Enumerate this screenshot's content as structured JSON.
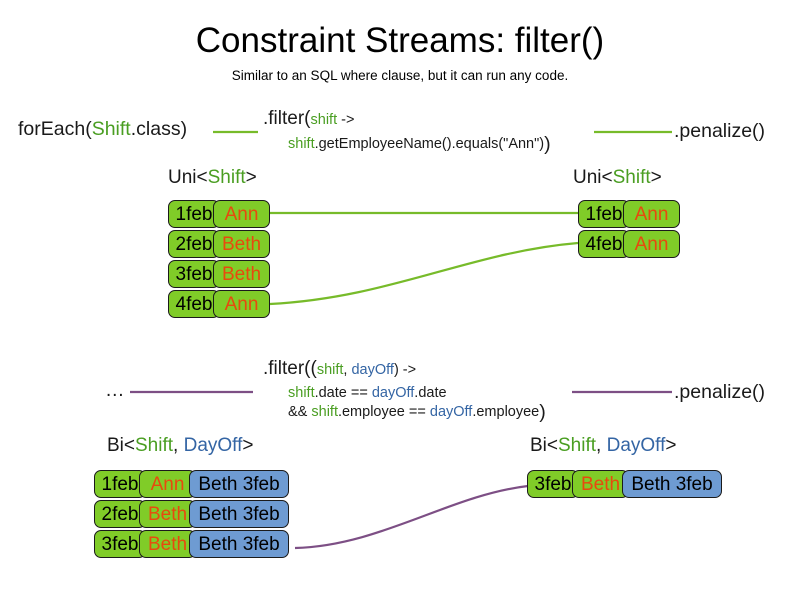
{
  "slide": {
    "title": "Constraint Streams: filter()",
    "subtitle": "Similar to an SQL where clause, but it can run any code."
  },
  "colors": {
    "green_fill": "#80cc28",
    "blue_fill": "#6e9bd2",
    "box_border": "#1b1b1b",
    "name_text": "#e8490e",
    "shift_keyword": "#4a9e22",
    "dayoff_keyword": "#3465a4",
    "green_connector": "#77bb2a",
    "purple_connector": "#7d4f85",
    "text": "#1a1a1a"
  },
  "uni_example": {
    "source_label_prefix": "forEach(",
    "source_label_type": "Shift",
    "source_label_suffix": ".class)",
    "filter_head_prefix": ".filter(",
    "filter_head_param": "shift",
    "filter_head_arrow": " ->",
    "filter_body_var": "shift",
    "filter_body_rest": ".getEmployeeName().equals(\"Ann\")",
    "filter_body_close": ")",
    "penalize_label": ".penalize()",
    "input_type_prefix": "Uni<",
    "input_type_generic": "Shift",
    "input_type_suffix": ">",
    "output_type_prefix": "Uni<",
    "output_type_generic": "Shift",
    "output_type_suffix": ">",
    "input_rows": [
      {
        "date": "1feb",
        "name": "Ann"
      },
      {
        "date": "2feb",
        "name": "Beth"
      },
      {
        "date": "3feb",
        "name": "Beth"
      },
      {
        "date": "4feb",
        "name": "Ann"
      }
    ],
    "output_rows": [
      {
        "date": "1feb",
        "name": "Ann"
      },
      {
        "date": "4feb",
        "name": "Ann"
      }
    ]
  },
  "bi_example": {
    "source_label": "…",
    "filter_head_prefix": ".filter((",
    "filter_head_param1": "shift",
    "filter_head_comma": ", ",
    "filter_head_param2": "dayOff",
    "filter_head_arrow": ") ->",
    "filter_line2_var1": "shift",
    "filter_line2_mid": ".date == ",
    "filter_line2_var2": "dayOff",
    "filter_line2_end": ".date",
    "filter_line3_and": "&& ",
    "filter_line3_var1": "shift",
    "filter_line3_mid": ".employee == ",
    "filter_line3_var2": "dayOff",
    "filter_line3_end": ".employee",
    "filter_line3_close": ")",
    "penalize_label": ".penalize()",
    "input_type_prefix": "Bi<",
    "input_type_generic1": "Shift",
    "input_type_comma": ", ",
    "input_type_generic2": "DayOff",
    "input_type_suffix": ">",
    "output_type_prefix": "Bi<",
    "output_type_generic1": "Shift",
    "output_type_comma": ", ",
    "output_type_generic2": "DayOff",
    "output_type_suffix": ">",
    "input_rows": [
      {
        "date": "1feb",
        "name": "Ann",
        "dayoff": "Beth 3feb"
      },
      {
        "date": "2feb",
        "name": "Beth",
        "dayoff": "Beth 3feb"
      },
      {
        "date": "3feb",
        "name": "Beth",
        "dayoff": "Beth 3feb"
      }
    ],
    "output_rows": [
      {
        "date": "3feb",
        "name": "Beth",
        "dayoff": "Beth 3feb"
      }
    ]
  }
}
